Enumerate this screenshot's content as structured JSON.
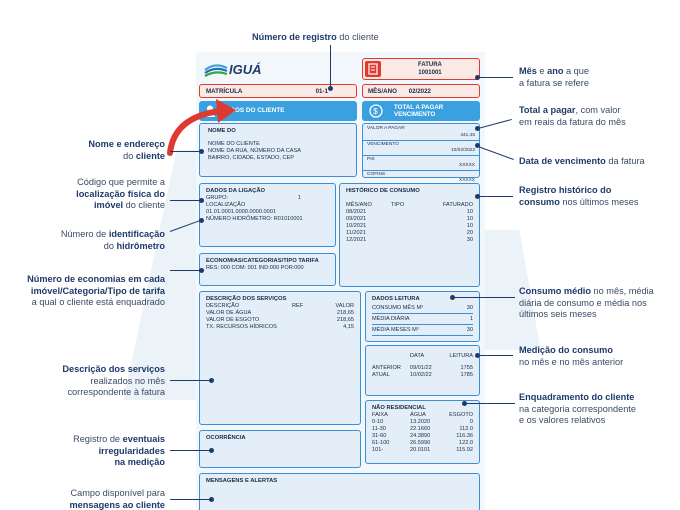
{
  "annotations": {
    "top": {
      "bold": "Número de registro",
      "rest": " do cliente"
    },
    "mes_ano": {
      "part1": "Mês",
      "mid": " e ",
      "part2": "ano",
      "rest": " a que",
      "line2": "a fatura se refere"
    },
    "total_pagar": {
      "bold": "Total a pagar",
      "rest": ", com valor",
      "line2": "em reais da fatura do mês"
    },
    "vencimento": {
      "bold": "Data de vencimento",
      "rest": " da fatura"
    },
    "historico": {
      "bold": "Registro histórico do",
      "bold2": "consumo",
      "rest": " nos últimos meses"
    },
    "consumo_medio": {
      "bold": "Consumo médio",
      "rest": " no mês, média",
      "line2": "diária de consumo e média nos",
      "line3": "últimos seis meses"
    },
    "medicao": {
      "bold": "Medição do consumo",
      "line2": "no mês e no mês anterior"
    },
    "enquadramento": {
      "bold": "Enquadramento do cliente",
      "line2": "na categoria correspondente",
      "line3": "e os valores relativos"
    },
    "nome": {
      "bold": "Nome e endereço",
      "line2a": "do ",
      "line2b": "cliente"
    },
    "codigo": {
      "line1": "Código que permite a",
      "bold1": "localização física do",
      "bold2": "imóvel",
      "rest": " do cliente"
    },
    "hidrometro": {
      "line1a": "Número de ",
      "bold1": "identificação",
      "line2a": "do ",
      "bold2": "hidrômetro"
    },
    "economias": {
      "bold1": "Número de economias em cada",
      "bold2": "imóvel/Categoria/Tipo de tarifa",
      "line3": "a qual o cliente está enquadrado"
    },
    "servicos": {
      "bold": "Descrição dos serviços",
      "line2": "realizados no mês",
      "line3": "correspondente à fatura"
    },
    "ocorrencia": {
      "line1a": "Registro de ",
      "bold1": "eventuais",
      "bold2": "irregularidades",
      "bold3": "na medição"
    },
    "mensagens": {
      "line1": "Campo disponível para",
      "bold": "mensagens ao cliente"
    }
  },
  "bill": {
    "logo_text": "IGUÁ",
    "fatura_label": "FATURA",
    "fatura_num": "1001001",
    "matricula_label": "MATRÍCULA",
    "matricula_val": "01-1",
    "mes_ano_label": "MÊS/ANO",
    "mes_ano_val": "02/2022",
    "dados_cliente": "DADOS DO CLIENTE",
    "total_title1": "TOTAL A PAGAR",
    "total_title2": "VENCIMENTO",
    "valor_label": "VALOR A PAGAR",
    "valor_val": "441,45",
    "venc_label": "VENCIMENTO",
    "venc_val": "10/02/2022",
    "pis_label": "PIS",
    "pis_val": "XXXXX",
    "cofins_label": "COFINS",
    "cofins_val": "XXXXX",
    "cliente_head": "NOME DO",
    "cliente_l1": "NOME DO CLIENTE",
    "cliente_l2": "NOME DA RUA, NÚMERO DA CASA",
    "cliente_l3": "BAIRRO, CIDADE, ESTADO, CEP",
    "lig_title": "DADOS DA LIGAÇÃO",
    "grupo_label": "GRUPO:",
    "grupo_val": "1",
    "loc_label": "LOCALIZAÇÃO",
    "loc_val": "01.01.0001.0000.0000.0001",
    "hid_label": "NÚMERO HIDRÔMETRO: R01010001",
    "hist_title": "HISTÓRICO DE CONSUMO",
    "hist_headers": [
      "MÊS/ANO",
      "TIPO",
      "FATURADO"
    ],
    "hist_rows": [
      [
        "08/2021",
        "10"
      ],
      [
        "09/2021",
        "10"
      ],
      [
        "10/2021",
        "10"
      ],
      [
        "11/2021",
        "20"
      ],
      [
        "12/2021",
        "30"
      ]
    ],
    "econ_title": "ECONOMIAS/CATEGORIAS/TIPO TARIFA",
    "econ_val": "RES: 000 COM: 001 IND:000 POR:000",
    "serv_title": "DESCRIÇÃO DOS SERVIÇOS",
    "serv_headers": [
      "DESCRIÇÃO",
      "REF",
      "VALOR"
    ],
    "serv_rows": [
      [
        "VALOR DE ÁGUA",
        "218,65"
      ],
      [
        "VALOR DE ESGOTO",
        "218,65"
      ],
      [
        "TX. RECURSOS HÍDRICOS",
        "4,15"
      ]
    ],
    "leit_title": "DADOS LEITURA",
    "leit_rows": [
      [
        "CONSUMO MÊS M³",
        "30"
      ],
      [
        "MÉDIA DIÁRIA",
        "1"
      ],
      [
        "MÉDIA MESES M³",
        "30"
      ]
    ],
    "med_headers": [
      "DATA",
      "LEITURA"
    ],
    "med_rows": [
      [
        "ANTERIOR",
        "09/01/22",
        "1755"
      ],
      [
        "ATUAL",
        "10/02/22",
        "1785"
      ]
    ],
    "nr_title": "NÃO RESIDENCIAL",
    "nr_headers": [
      "FAIXA",
      "ÁGUA",
      "ESGOTO"
    ],
    "nr_rows": [
      [
        "0-10",
        "13.2020",
        "0"
      ],
      [
        "11-30",
        "22.1660",
        "112.0"
      ],
      [
        "31-60",
        "24.3890",
        "116.36"
      ],
      [
        "61-100",
        "26.5990",
        "122.0"
      ],
      [
        "101-",
        "20.0101",
        "115.92"
      ]
    ],
    "ocorrencia_title": "OCORRÊNCIA",
    "msg_title": "MENSAGENS E ALERTAS"
  },
  "colors": {
    "navy": "#1f3a6b",
    "box_border": "#3d8fd3",
    "box_fill": "#e3eef8",
    "accent_red": "#e0392f",
    "header_blue": "#3aa0df"
  }
}
